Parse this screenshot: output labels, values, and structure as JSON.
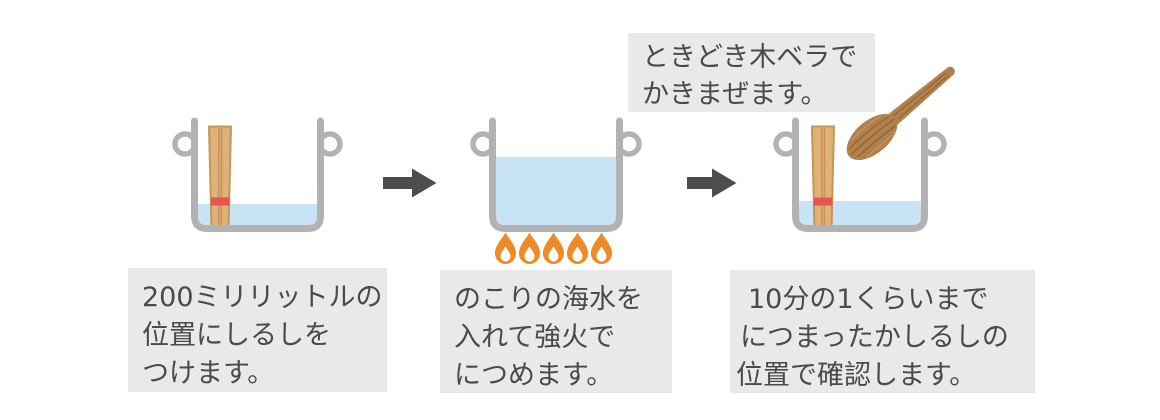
{
  "diagram_title": "salt-making-boiling-steps",
  "note": {
    "lines": [
      "ときどき木ベラで",
      "かきまぜます。"
    ]
  },
  "steps": [
    {
      "id": 1,
      "figure": "pot with chopstick marker and low water (200ml)",
      "caption_lines": [
        "200ミリリットルの",
        "位置にしるしを",
        "つけます。"
      ]
    },
    {
      "id": 2,
      "figure": "pot full of seawater over high flame",
      "caption_lines": [
        "のこりの海水を",
        "入れて強火で",
        "につめます。"
      ]
    },
    {
      "id": 3,
      "figure": "pot boiled down to marker with wooden spatula",
      "caption_lines": [
        "10分の1くらいまで",
        "につまったかしるしの",
        "位置で確認します。"
      ]
    }
  ],
  "icons": {
    "arrow": "right-arrow",
    "flame": "gas-flame",
    "chopsticks": "chopstick-pair-with-red-mark",
    "spatula": "wooden-spatula"
  },
  "colors": {
    "background": "#ffffff",
    "caption_bg": "#e9e9e9",
    "text": "#4a4a4a",
    "pot": "#b2b2b2",
    "water": "#c8e3f5",
    "flame_orange": "#f08a24",
    "chopstick_tan": "#dfb27a",
    "chopstick_outline": "#c79459",
    "marker_red": "#e8544e",
    "spatula_brown": "#b1804b",
    "arrow_gray": "#4d4d4d"
  }
}
